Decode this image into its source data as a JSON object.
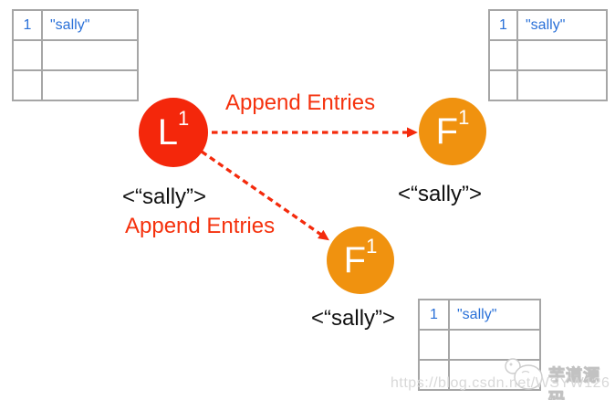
{
  "palette": {
    "leader_red": "#f4270b",
    "follower_orange": "#f0920f",
    "message_red": "#f5320e",
    "arrow_red": "#f42a0c",
    "log_text_blue": "#2970d8",
    "table_border_gray": "#a6a6a6"
  },
  "nodes": {
    "leader": {
      "letter": "L",
      "term": "1",
      "entries": "<“sally”>"
    },
    "follower_right": {
      "letter": "F",
      "term": "1",
      "entries": "<“sally”>"
    },
    "follower_bottom": {
      "letter": "F",
      "term": "1",
      "entries": "<“sally”>"
    }
  },
  "messages": {
    "to_follower_right": "Append Entries",
    "to_follower_bottom": "Append Entries"
  },
  "logs": {
    "leader": {
      "rows": [
        [
          "1",
          "\"sally\""
        ],
        [
          "",
          ""
        ],
        [
          "",
          ""
        ]
      ]
    },
    "follower_right": {
      "rows": [
        [
          "1",
          "\"sally\""
        ],
        [
          "",
          ""
        ],
        [
          "",
          ""
        ]
      ]
    },
    "follower_bottom": {
      "rows": [
        [
          "1",
          "\"sally\""
        ],
        [
          "",
          ""
        ],
        [
          "",
          ""
        ]
      ]
    }
  },
  "watermark": {
    "brand": "芋道源码",
    "url": "https://blog.csdn.net/WSYW126"
  }
}
